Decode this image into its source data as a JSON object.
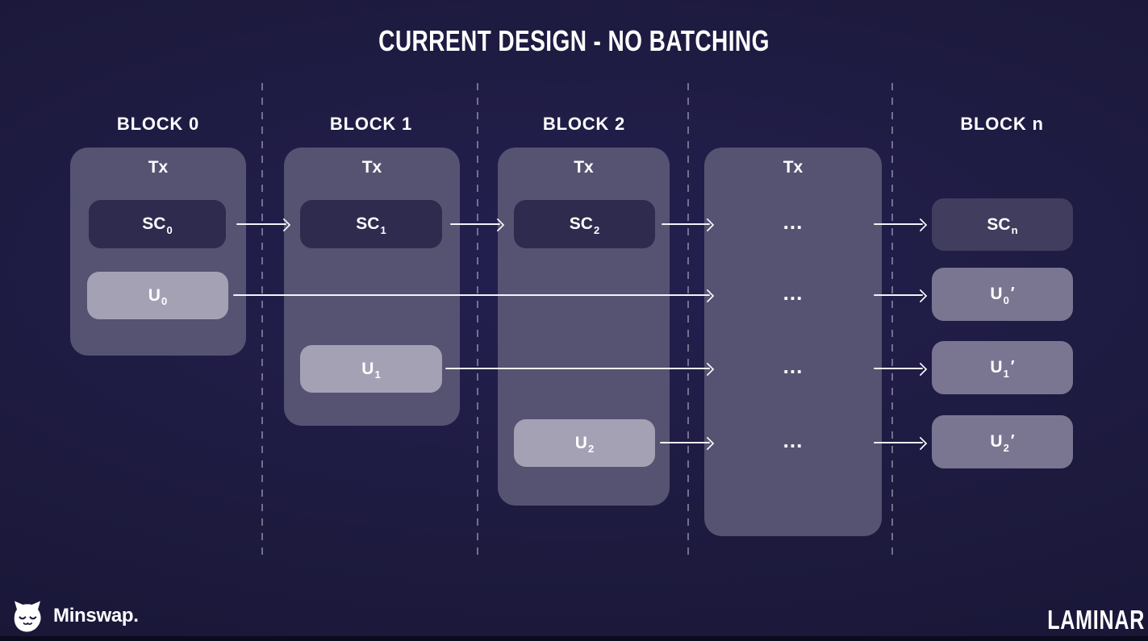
{
  "title": "CURRENT DESIGN - NO BATCHING",
  "colors": {
    "background": "#1d1a3e",
    "container": "#565372",
    "sc-box": "#2e2b4e",
    "sc-n-box": "#413d5e",
    "u-box": "#a5a1b5",
    "u-prime-box": "#7a7591",
    "arrow": "#f3f3f8",
    "divider": "#8f8da8",
    "text": "#ffffff"
  },
  "blocks": {
    "block0": {
      "label": "BLOCK 0",
      "tx_label": "Tx"
    },
    "block1": {
      "label": "BLOCK 1",
      "tx_label": "Tx"
    },
    "block2": {
      "label": "BLOCK 2",
      "tx_label": "Tx"
    },
    "block_ellipsis": {
      "tx_label": "Tx"
    },
    "blockn": {
      "label": "BLOCK n"
    }
  },
  "nodes": {
    "sc0": {
      "main": "SC",
      "sub": "0",
      "prime": ""
    },
    "u0": {
      "main": "U",
      "sub": "0",
      "prime": ""
    },
    "sc1": {
      "main": "SC",
      "sub": "1",
      "prime": ""
    },
    "u1": {
      "main": "U",
      "sub": "1",
      "prime": ""
    },
    "sc2": {
      "main": "SC",
      "sub": "2",
      "prime": ""
    },
    "u2": {
      "main": "U",
      "sub": "2",
      "prime": ""
    },
    "dots_sc": {
      "main": "..."
    },
    "dots_u0": {
      "main": "..."
    },
    "dots_u1": {
      "main": "..."
    },
    "dots_u2": {
      "main": "..."
    },
    "scn": {
      "main": "SC",
      "sub": "n",
      "prime": ""
    },
    "u0p": {
      "main": "U",
      "sub": "0",
      "prime": "′"
    },
    "u1p": {
      "main": "U",
      "sub": "1",
      "prime": "′"
    },
    "u2p": {
      "main": "U",
      "sub": "2",
      "prime": "′"
    }
  },
  "footer": {
    "minswap_label": "Minswap.",
    "minswap_icon": "sleepy-cat-icon",
    "laminar_label": "LAMINAR"
  }
}
